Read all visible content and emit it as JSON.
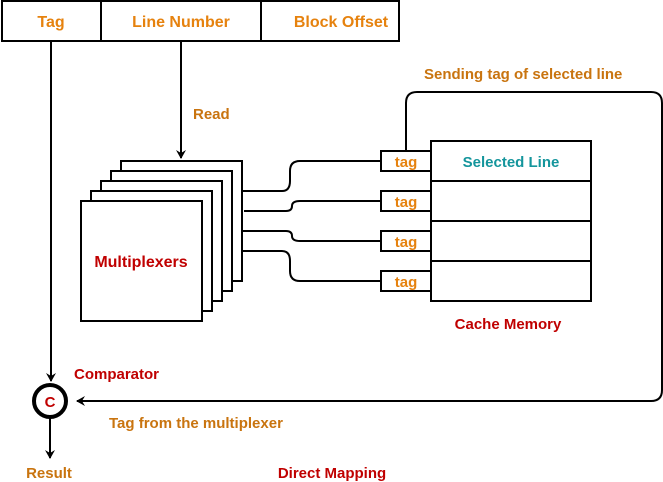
{
  "title": "Direct Mapping",
  "address": {
    "fields": [
      "Tag",
      "Line Number",
      "Block Offset"
    ]
  },
  "labels": {
    "read": "Read",
    "sending_tag": "Sending tag of selected line",
    "multiplexers": "Multiplexers",
    "cache_memory": "Cache Memory",
    "selected_line": "Selected Line",
    "comparator": "Comparator",
    "comparator_symbol": "C",
    "tag_from_mux": "Tag from the multiplexer",
    "result": "Result"
  },
  "cache": {
    "lines": [
      {
        "tag": "tag",
        "content": "Selected Line"
      },
      {
        "tag": "tag",
        "content": ""
      },
      {
        "tag": "tag",
        "content": ""
      },
      {
        "tag": "tag",
        "content": ""
      }
    ]
  },
  "colors": {
    "orange": "#e6820e",
    "dark_orange": "#c9740f",
    "red": "#c00000",
    "teal": "#14959c",
    "stroke": "#000000"
  }
}
